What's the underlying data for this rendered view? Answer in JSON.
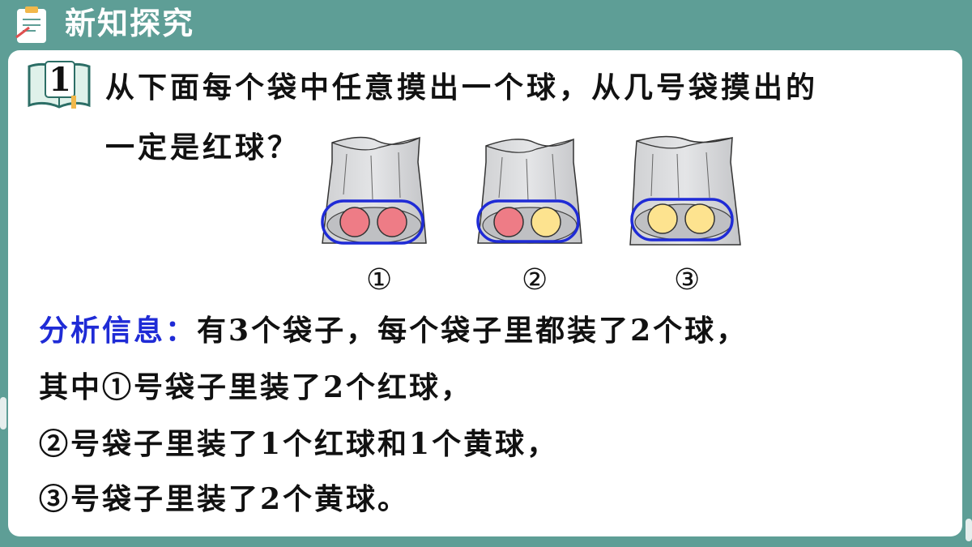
{
  "header": {
    "title": "新知探究"
  },
  "question": {
    "number": "1",
    "line1": "从下面每个袋中任意摸出一个球，从几号袋摸出的",
    "line2": "一定是红球？"
  },
  "bags": [
    {
      "label": "①",
      "balls": [
        "red",
        "red"
      ]
    },
    {
      "label": "②",
      "balls": [
        "red",
        "yellow"
      ]
    },
    {
      "label": "③",
      "balls": [
        "yellow",
        "yellow"
      ]
    }
  ],
  "analysis": {
    "heading": "分析信息：",
    "line1": "有3个袋子，每个袋子里都装了2个球，",
    "line2": "其中①号袋子里装了2个红球，",
    "line3": "②号袋子里装了1个红球和1个黄球，",
    "line4": "③号袋子里装了2个黄球。"
  },
  "colors": {
    "background": "#5e9e96",
    "red_ball": "#ee7c86",
    "yellow_ball": "#fde38f",
    "outline_blue": "#1f2bd6",
    "heading_blue": "#1f2bd6"
  },
  "icons": {
    "header": "clipboard-icon",
    "question": "book-icon"
  }
}
